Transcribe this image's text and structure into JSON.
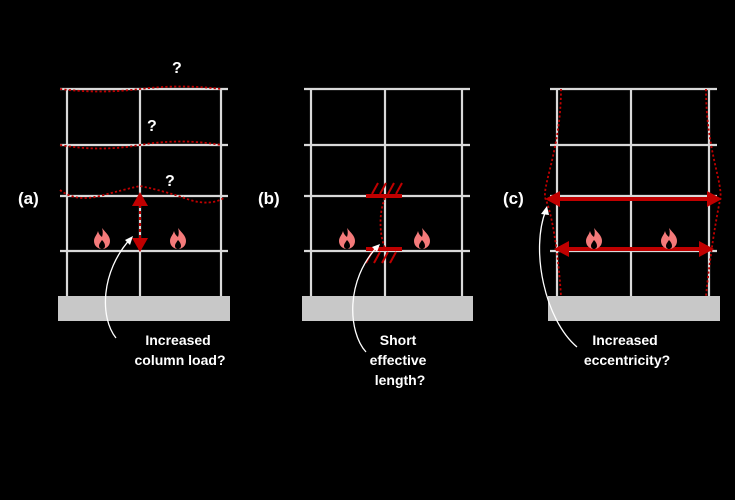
{
  "panels": [
    {
      "label": "(a)",
      "questions": [
        "?",
        "?",
        "?"
      ],
      "caption": [
        "Increased",
        "column load?"
      ]
    },
    {
      "label": "(b)",
      "caption": [
        "Short",
        "effective",
        "length?"
      ]
    },
    {
      "label": "(c)",
      "caption": [
        "Increased",
        "eccentricity?"
      ]
    }
  ],
  "colors": {
    "background": "#000000",
    "frame": "#d9d9d9",
    "deformation": "#c00000",
    "fire": "#f47a7a",
    "foundation": "#c8c8c8",
    "text": "#ffffff"
  },
  "icons": [
    "fire-icon",
    "double-arrow-icon",
    "fixed-support-hatch-icon"
  ]
}
